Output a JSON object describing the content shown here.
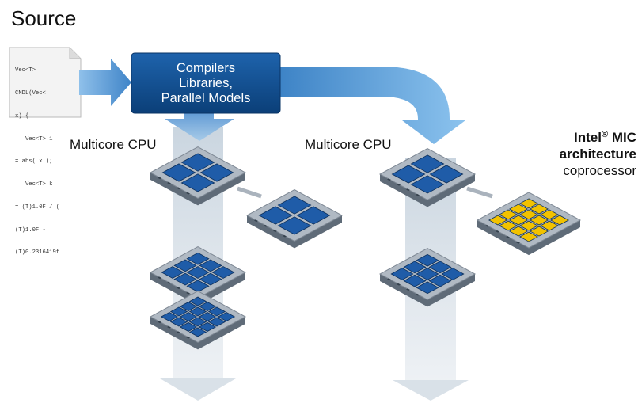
{
  "title": "Source",
  "source_code_lines": [
    "Vec<T>",
    "CNDL(Vec<",
    "x) {",
    "   Vec<T> 1",
    "= abs( x );",
    "   Vec<T> k",
    "= (T)1.0F / (",
    "(T)1.0F -",
    "(T)0.2316419f"
  ],
  "compilers_box": {
    "line1": "Compilers",
    "line2": "Libraries,",
    "line3": "Parallel Models"
  },
  "left_label": "Multicore CPU",
  "right_label": "Multicore CPU",
  "mic": {
    "brand": "Intel",
    "reg": "®",
    "name": "MIC",
    "line2": "architecture",
    "line3": "coprocessor"
  },
  "colors": {
    "compiler_box": "#0f4a8c",
    "arrow_blue": "#5a9fd8",
    "chip_board": "#b0b9c3",
    "core_blue": "#1f5ca8",
    "mic_core_yellow": "#f2c200"
  }
}
